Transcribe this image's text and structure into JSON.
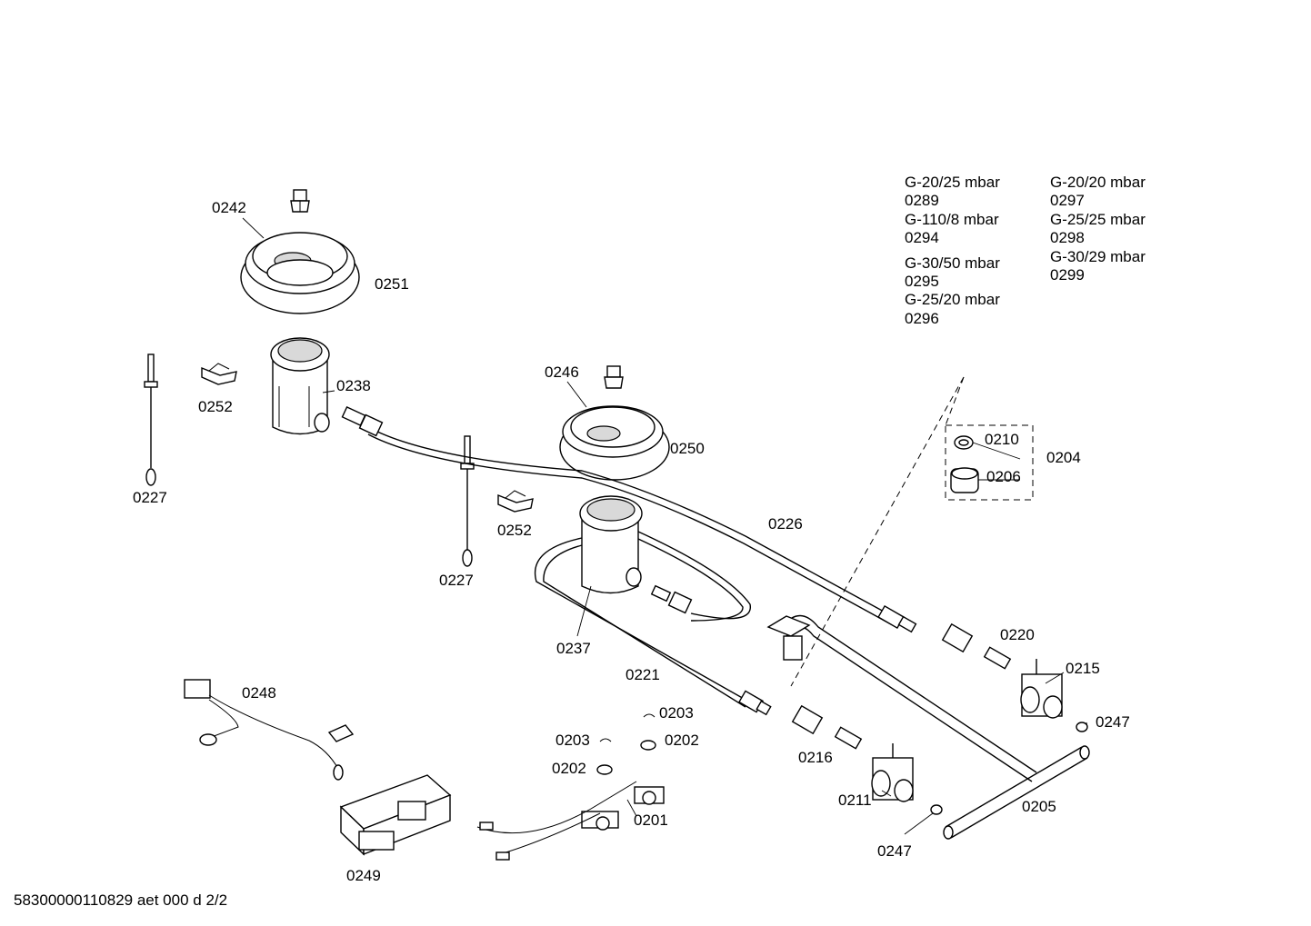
{
  "labels": {
    "l0242": "0242",
    "l0251": "0251",
    "l0238": "0238",
    "l0252a": "0252",
    "l0227a": "0227",
    "l0246": "0246",
    "l0250": "0250",
    "l0252b": "0252",
    "l0227b": "0227",
    "l0226": "0226",
    "l0237": "0237",
    "l0221": "0221",
    "l0210": "0210",
    "l0206": "0206",
    "l0204": "0204",
    "l0220": "0220",
    "l0215": "0215",
    "l0247a": "0247",
    "l0205": "0205",
    "l0247b": "0247",
    "l0211": "0211",
    "l0216": "0216",
    "l0203a": "0203",
    "l0203b": "0203",
    "l0202a": "0202",
    "l0202b": "0202",
    "l0201": "0201",
    "l0248": "0248",
    "l0249": "0249"
  },
  "gas_table": {
    "left": [
      {
        "name": "G-20/25 mbar",
        "code": "0289"
      },
      {
        "name": "G-110/8 mbar",
        "code": "0294"
      },
      {
        "name": "G-30/50 mbar",
        "code": "0295"
      },
      {
        "name": "G-25/20 mbar",
        "code": "0296"
      }
    ],
    "right": [
      {
        "name": "G-20/20 mbar",
        "code": "0297"
      },
      {
        "name": "G-25/25 mbar",
        "code": "0298"
      },
      {
        "name": "G-30/29 mbar",
        "code": "0299"
      }
    ]
  },
  "footer": "58300000110829 aet 000 d 2/2"
}
